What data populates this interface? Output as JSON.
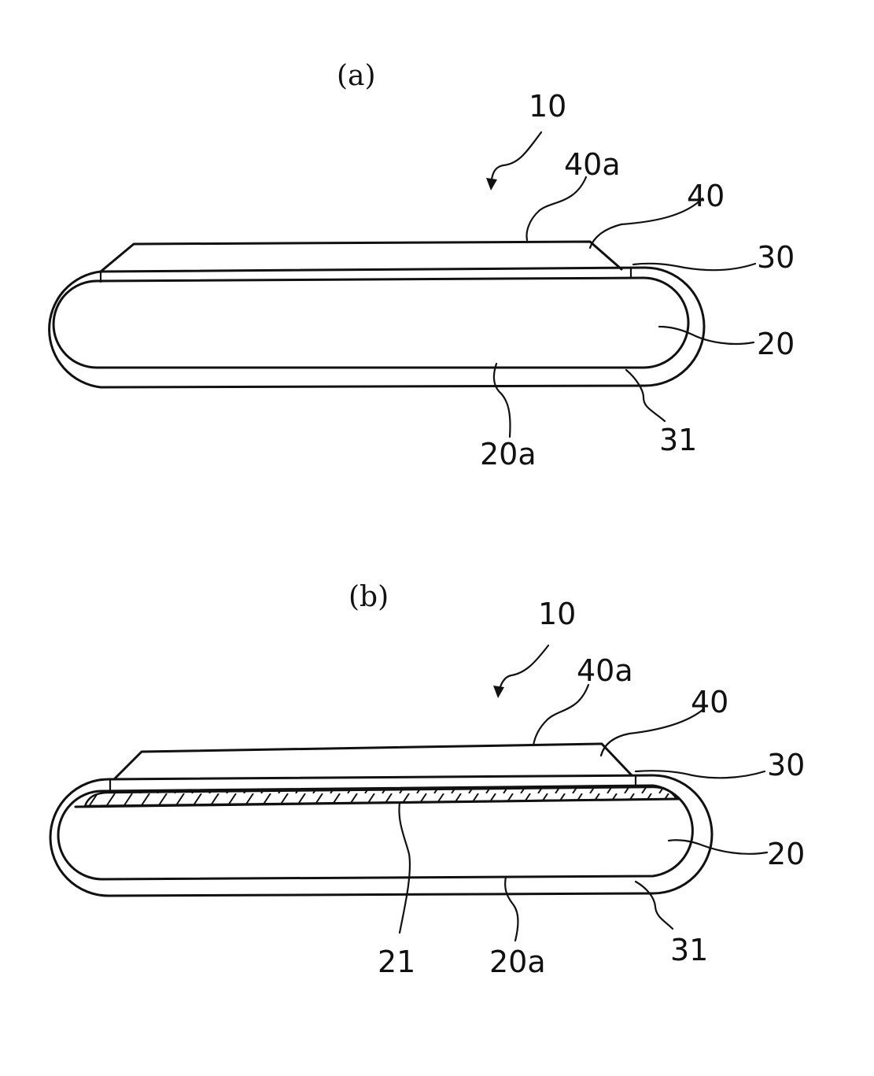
{
  "figure_a": {
    "caption": "(a)",
    "labels": {
      "assembly": "10",
      "cover_top": "40a",
      "cover": "40",
      "film": "30",
      "core": "20",
      "bottom": "20a",
      "film_end": "31"
    }
  },
  "figure_b": {
    "caption": "(b)",
    "labels": {
      "assembly": "10",
      "cover_top": "40a",
      "cover": "40",
      "film": "30",
      "core": "20",
      "layer": "21",
      "bottom": "20a",
      "film_end": "31"
    }
  }
}
